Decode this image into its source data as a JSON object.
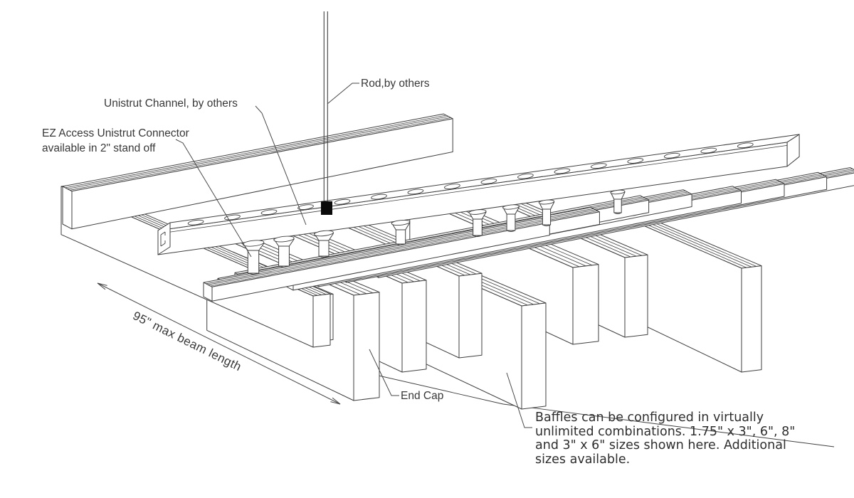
{
  "figure": {
    "title": "Suspended baffle system technical drawing",
    "background": "#ffffff",
    "line_color": "#3f3f3f",
    "leader_color": "#4a4a4a",
    "rod_connector_color": "#0a0a0a",
    "text_color": "#383838"
  },
  "labels": {
    "rod": "Rod,by others",
    "unistrut_channel": "Unistrut Channel, by others",
    "ez_connector_line1": "EZ Access Unistrut Connector",
    "ez_connector_line2": "available in 2\" stand off",
    "beam_length_dimension": "95\" max beam length",
    "end_cap": "End Cap",
    "note_line1": "Baffles can be configured in virtually",
    "note_line2": "unlimited combinations. 1.75\" x 3\", 6\", 8\"",
    "note_line3": "and 3\" x 6\" sizes shown here. Additional",
    "note_line4": "sizes available."
  }
}
